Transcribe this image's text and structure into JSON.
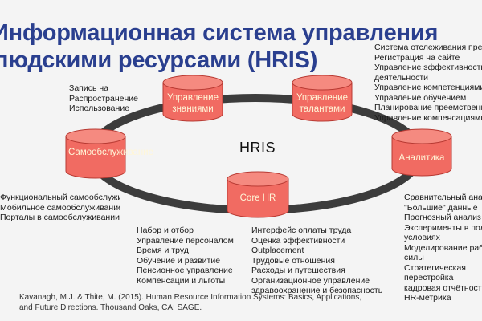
{
  "title": {
    "line1": "Информационная система управления",
    "line2": "людскими ресурсами (HRIS)"
  },
  "hub": {
    "label": "HRIS"
  },
  "nodes": {
    "knowledge": "Управление знаниями",
    "talent": "Управление талантами",
    "selfservice": "Самообслуживание",
    "analytics": "Аналитика",
    "core": "Core HR"
  },
  "lists": {
    "knowledge": [
      "Запись на",
      "Распространение",
      "Использование"
    ],
    "talent": [
      "Система отслеживания претендентов",
      "Регистрация на сайте",
      "Управление эффективностью",
      "деятельности",
      "Управление компетенциями",
      "Управление обучением",
      "Планирование преемственности",
      "Управление компенсациями"
    ],
    "selfservice": [
      "Функциональный самообслуживание",
      "Мобильное самообслуживание",
      "Порталы в самообслуживании"
    ],
    "core_left": [
      "Набор и отбор",
      "Управление персоналом",
      "Время и труд",
      "Обучение и развитие",
      "Пенсионное управление",
      "Компенсации и льготы"
    ],
    "core_right": [
      "Интерфейс оплаты труда",
      "Оценка эффективности",
      "Outplacement",
      "Трудовые отношения",
      "Расходы и путешествия",
      "Организационное управление",
      "здравоохранение и безопасность"
    ],
    "analytics": [
      "Сравнительный анализ",
      "\"Большие\" данные",
      "Прогнозный анализ",
      "Эксперименты в полевых",
      "условиях",
      "Моделирование рабочей",
      "силы",
      "Стратегическая",
      "перестройка",
      "кадровая отчётность",
      "HR-метрика"
    ]
  },
  "citation": {
    "line1": "Kavanagh, M.J. & Thite, M. (2015). Human Resource Information Systems: Basics, Applications,",
    "line2": "and Future Directions. Thousand Oaks, CA: SAGE."
  },
  "colors": {
    "title": "#2a3f8f",
    "cylinder_body": "#f16b62",
    "cylinder_top": "#f58a80",
    "cylinder_stroke": "#b83a33",
    "node_text": "#fff6d8",
    "ring": "#3c3c3c"
  }
}
